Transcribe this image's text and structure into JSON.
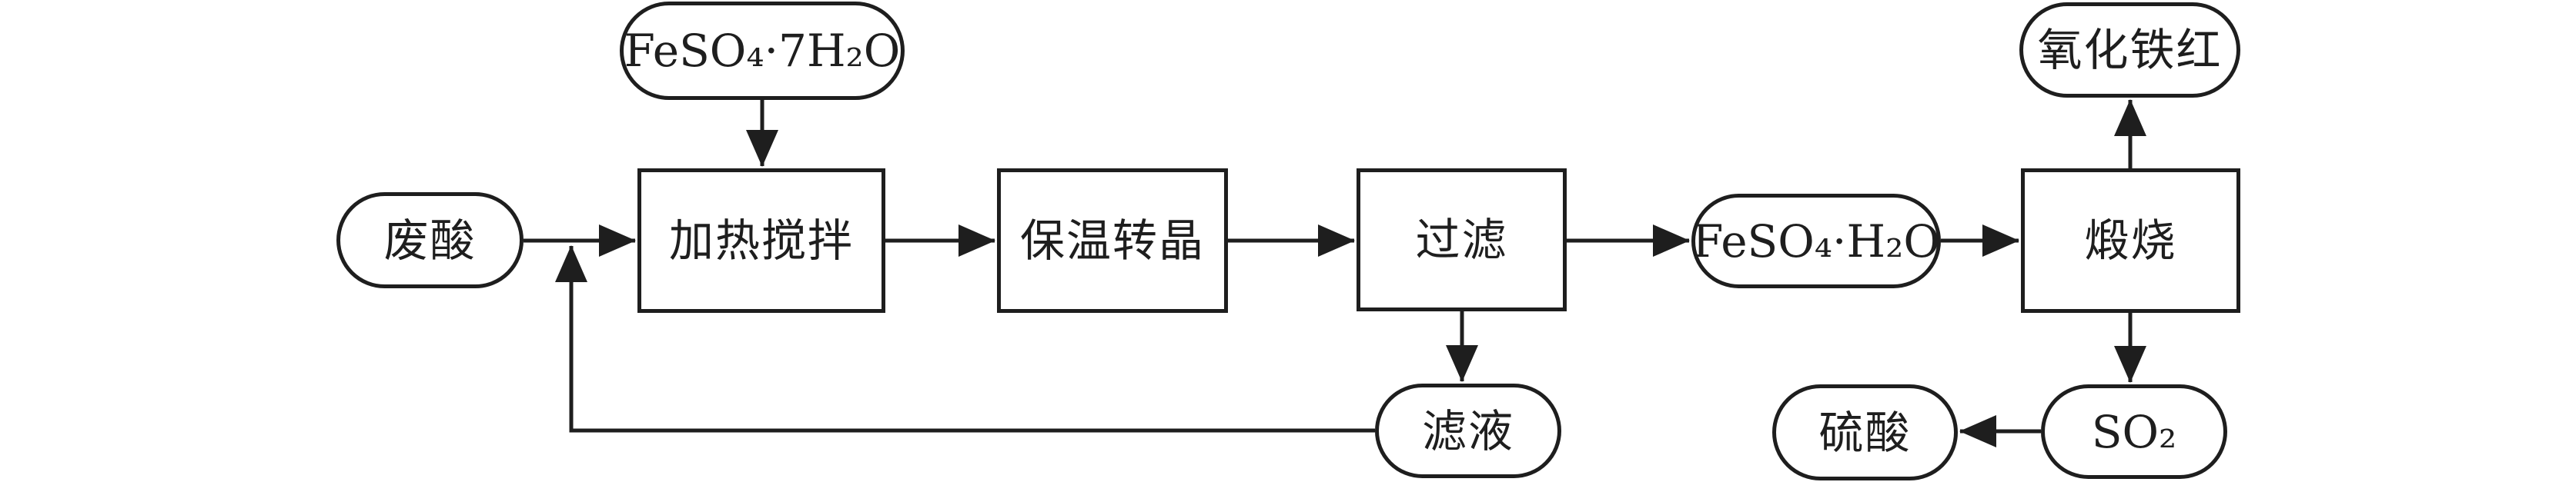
{
  "diagram": {
    "type": "flowchart",
    "background_color": "#ffffff",
    "line_color": "#1e1e1e",
    "nodes": {
      "feso4_7h2o": {
        "label": "FeSO₄·7H₂O",
        "shape": "stadium",
        "role": "material-input"
      },
      "waste_acid": {
        "label": "废酸",
        "shape": "stadium",
        "role": "material-input"
      },
      "heat_stir": {
        "label": "加热搅拌",
        "shape": "rect",
        "role": "process-step"
      },
      "insulate_crystal": {
        "label": "保温转晶",
        "shape": "rect",
        "role": "process-step"
      },
      "filter": {
        "label": "过滤",
        "shape": "rect",
        "role": "process-step"
      },
      "feso4_h2o": {
        "label": "FeSO₄·H₂O",
        "shape": "stadium",
        "role": "intermediate"
      },
      "calcine": {
        "label": "煅烧",
        "shape": "rect",
        "role": "process-step"
      },
      "iron_oxide_red": {
        "label": "氧化铁红",
        "shape": "stadium",
        "role": "product"
      },
      "filtrate": {
        "label": "滤液",
        "shape": "stadium",
        "role": "byproduct-recycled"
      },
      "so2": {
        "label": "SO₂",
        "shape": "stadium",
        "role": "byproduct-gas"
      },
      "sulfuric_acid": {
        "label": "硫酸",
        "shape": "stadium",
        "role": "product"
      }
    },
    "edges": [
      {
        "from": "feso4_7h2o",
        "to": "heat_stir"
      },
      {
        "from": "waste_acid",
        "to": "heat_stir"
      },
      {
        "from": "heat_stir",
        "to": "insulate_crystal"
      },
      {
        "from": "insulate_crystal",
        "to": "filter"
      },
      {
        "from": "filter",
        "to": "feso4_h2o"
      },
      {
        "from": "filter",
        "to": "filtrate"
      },
      {
        "from": "filtrate",
        "to": "heat_stir"
      },
      {
        "from": "feso4_h2o",
        "to": "calcine"
      },
      {
        "from": "calcine",
        "to": "iron_oxide_red"
      },
      {
        "from": "calcine",
        "to": "so2"
      },
      {
        "from": "so2",
        "to": "sulfuric_acid"
      }
    ]
  }
}
